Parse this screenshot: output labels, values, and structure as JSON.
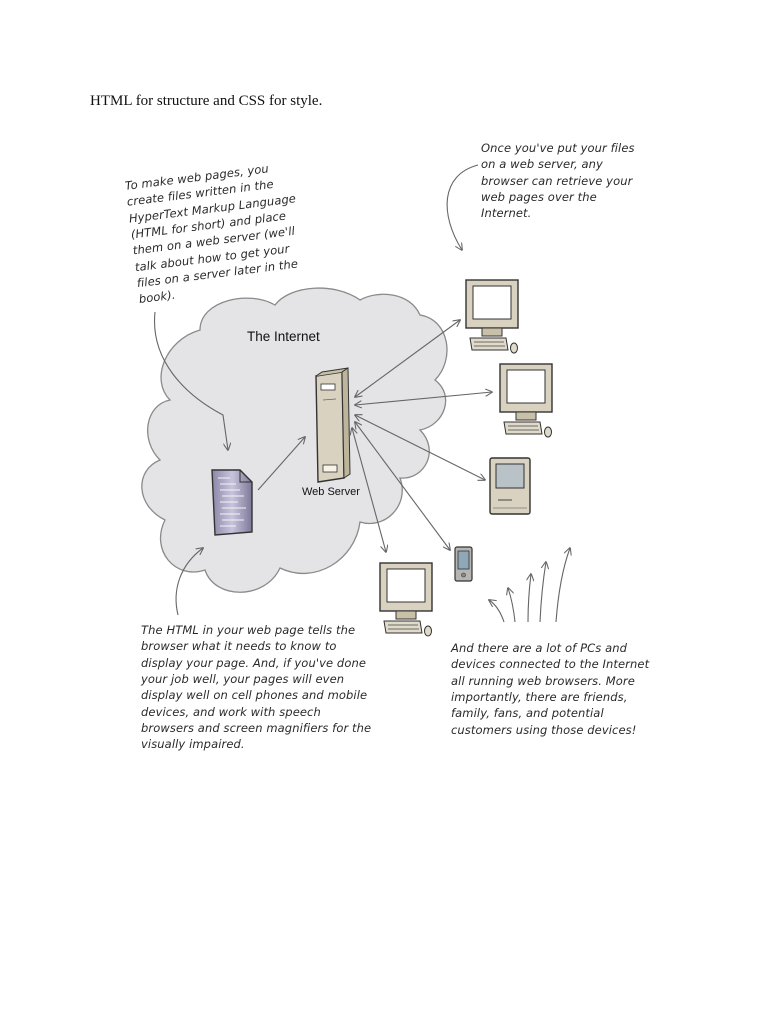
{
  "document": {
    "heading": "HTML for structure and CSS for style."
  },
  "diagram": {
    "cloud_label": "The Internet",
    "server_label": "Web Server",
    "notes": {
      "top_left": "To make web pages, you create files written in the HyperText Markup Language (HTML for short) and place them on a web server (we'll talk about how to get your files on a server later in the book).",
      "top_right": "Once you've put your files on a web server, any browser can retrieve your web pages over the Internet.",
      "bottom_left": "The HTML in your web page tells the browser what it needs to know to display your page. And, if you've done your job well, your pages will even display well on cell phones and mobile devices, and work with speech browsers and screen magnifiers for the visually impaired.",
      "bottom_right": "And there are a lot of PCs and devices connected to the Internet all running web browsers. More importantly, there are friends, family, fans, and potential customers using those devices!"
    },
    "colors": {
      "cloud_fill": "#e4e4e6",
      "cloud_stroke": "#8a8a8a",
      "device_body": "#d9d2c0",
      "screen": "#ffffff",
      "mac_screen": "#b9c2c6",
      "document": "#a9a4c2",
      "arrow": "#666666"
    },
    "icons": [
      "html-document-icon",
      "web-server-icon",
      "desktop-computer-icon",
      "classic-mac-icon",
      "handheld-device-icon",
      "pointing-arrow-icon"
    ]
  }
}
